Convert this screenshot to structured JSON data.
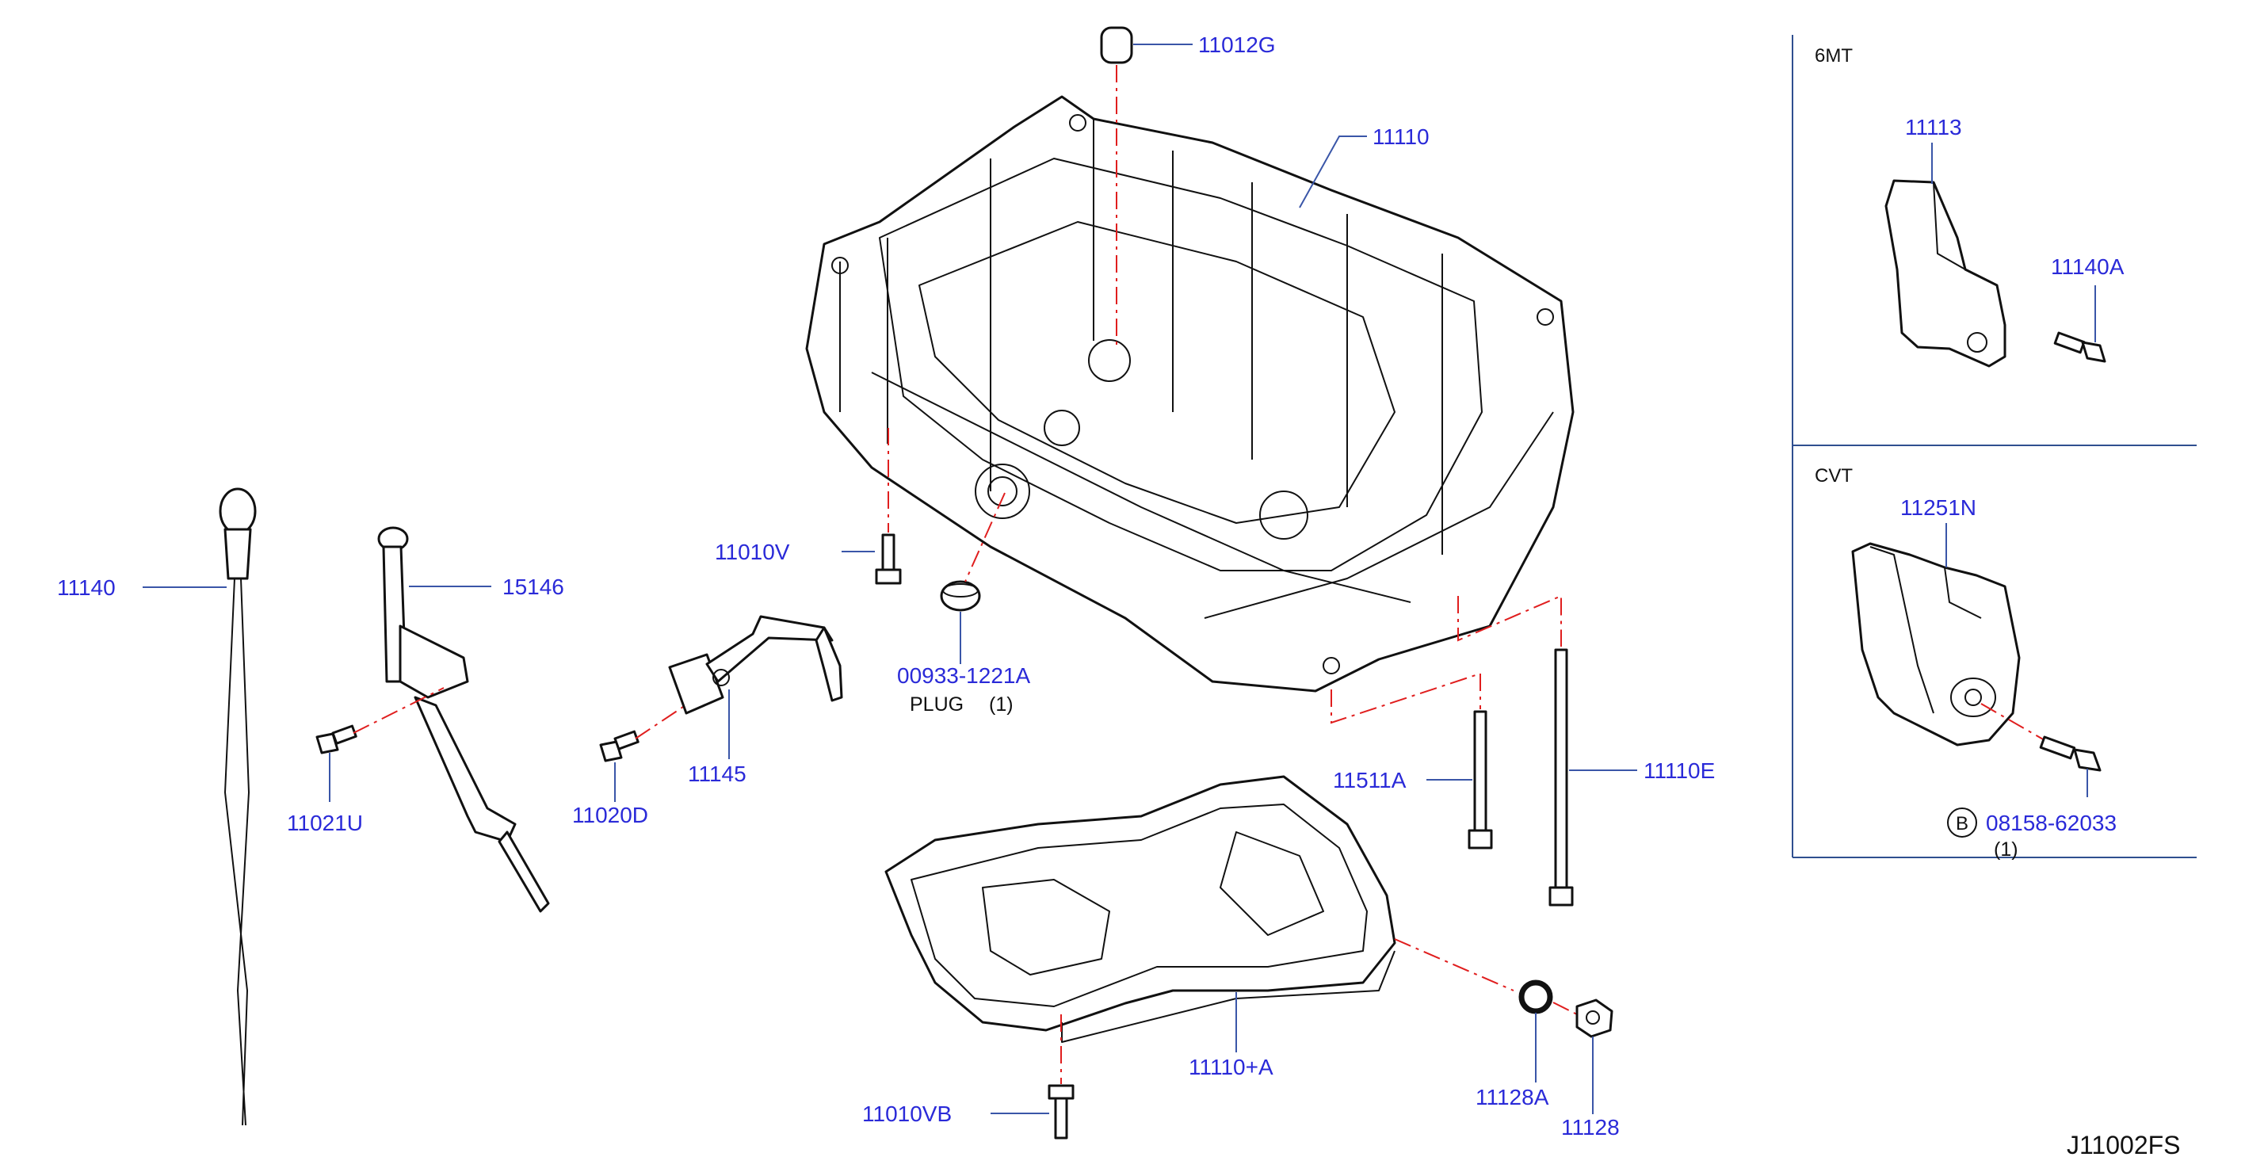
{
  "diagram": {
    "reference_code": "J11002FS",
    "part_numbers": {
      "oil_filler_cap": "11012G",
      "upper_oil_pan": "11110",
      "bolt_v": "11010V",
      "plug_part": "00933-1221A",
      "plug_label": "PLUG",
      "plug_qty": "(1)",
      "dipstick": "11140",
      "dipstick_guide": "15146",
      "bolt_u": "11021U",
      "bolt_d": "11020D",
      "guide_tube": "11145",
      "stud_a": "11511A",
      "stud_e": "11110E",
      "lower_oil_pan": "11110+A",
      "bolt_vb": "11010VB",
      "drain_washer": "11128A",
      "drain_plug": "11128"
    },
    "sections": {
      "mt": {
        "label": "6MT",
        "bracket": "11113",
        "bolt": "11140A"
      },
      "cvt": {
        "label": "CVT",
        "bracket": "11251N",
        "bolt_marker": "B",
        "bolt": "08158-62033",
        "bolt_qty": "(1)"
      }
    }
  }
}
